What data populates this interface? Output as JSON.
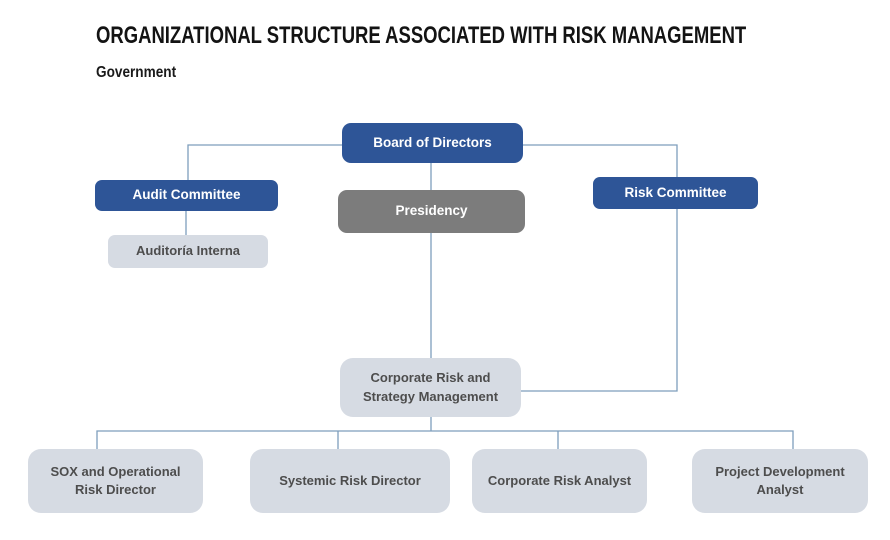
{
  "title": "ORGANIZATIONAL STRUCTURE ASSOCIATED WITH RISK MANAGEMENT",
  "subtitle": "Government",
  "colors": {
    "primary_node_fill": "#2E5597",
    "primary_node_text": "#FFFFFF",
    "secondary_node_fill": "#7C7C7C",
    "secondary_node_text": "#FFFFFF",
    "tertiary_node_fill": "#D6DBE3",
    "tertiary_node_text": "#4D4D4D",
    "connector_line": "#7E9EBC",
    "title_text": "#131313",
    "background": "#FFFFFF"
  },
  "nodes": {
    "board": {
      "label": "Board of Directors"
    },
    "audit": {
      "label": "Audit Committee"
    },
    "risk": {
      "label": "Risk Committee"
    },
    "presidency": {
      "label": "Presidency"
    },
    "auditoria": {
      "label": "Auditoría Interna"
    },
    "corporate": {
      "lines": [
        "Corporate Risk and",
        "Strategy Management"
      ]
    },
    "sox": {
      "lines": [
        "SOX and Operational",
        "Risk Director"
      ]
    },
    "systemic": {
      "label": "Systemic Risk Director"
    },
    "cr_analyst": {
      "label": "Corporate Risk Analyst"
    },
    "pd_analyst": {
      "lines": [
        "Project Development",
        "Analyst"
      ]
    }
  }
}
